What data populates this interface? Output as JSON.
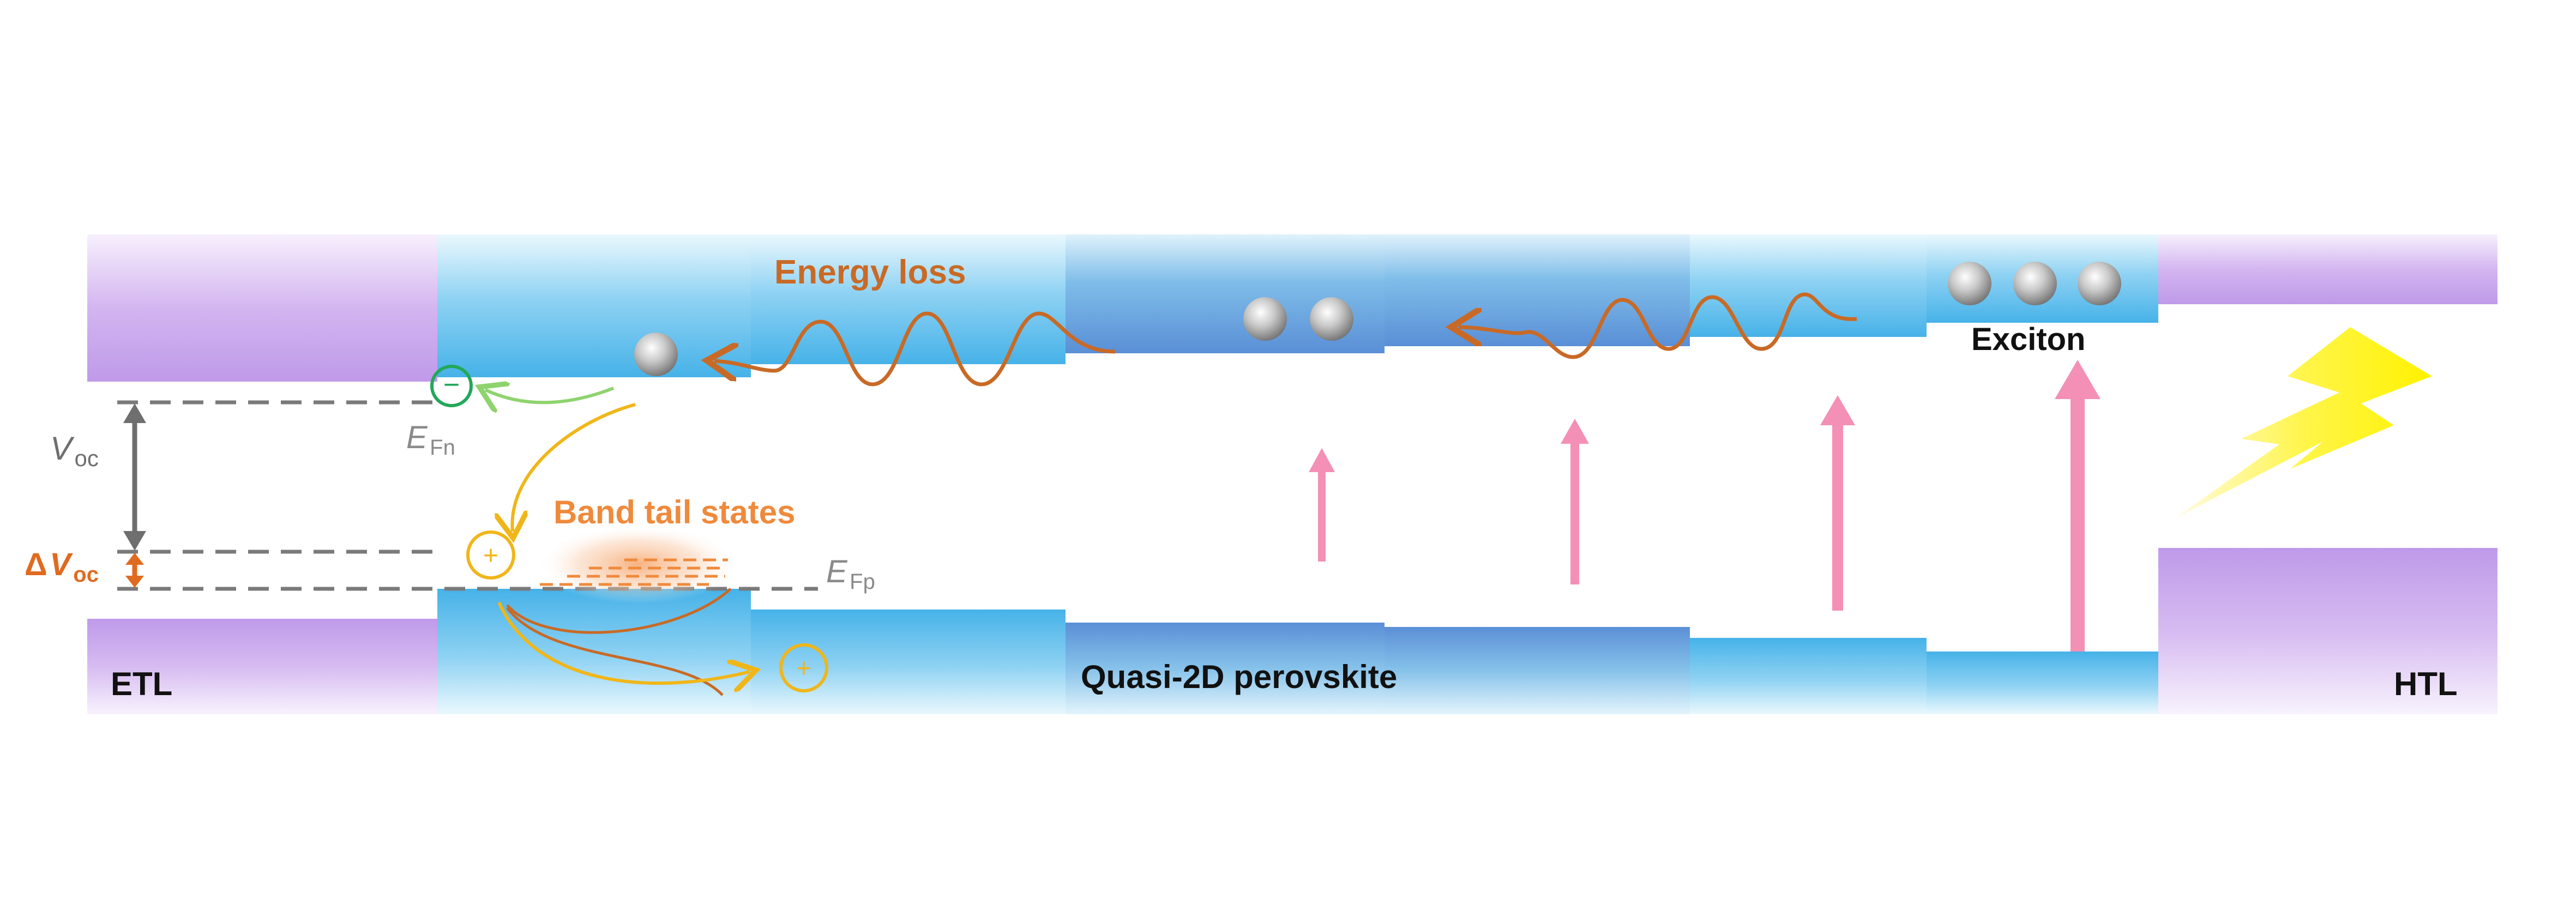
{
  "labels": {
    "energy_loss": "Energy loss",
    "exciton": "Exciton",
    "band_tail_states": "Band tail states",
    "etl": "ETL",
    "htl": "HTL",
    "perovskite": "Quasi-2D perovskite",
    "voc_main": "V",
    "voc_sub": "oc",
    "delta_voc_prefix": "Δ",
    "delta_voc_main": "V",
    "delta_voc_sub": "oc",
    "efn_main": "E",
    "efn_sub": "Fn",
    "efp_main": "E",
    "efp_sub": "Fp",
    "minus_sign": "−",
    "plus_sign": "+"
  },
  "colors": {
    "transport_layer": "#c8a8ec",
    "band_light": "#e6f6fd",
    "band_dark": "#4fb7ea",
    "band_deep": "#5d93d8",
    "energy_loss": "#c86a26",
    "excitation_arrow": "#f48fb5",
    "hole_path": "#f0b619",
    "electron_path": "#8fd36e",
    "band_tail": "#ef8a3c",
    "fermi_level": "#7a7a7a",
    "voc_arrow": "#6f6f6f",
    "delta_voc": "#e06a20",
    "lightning": "#fff200"
  }
}
